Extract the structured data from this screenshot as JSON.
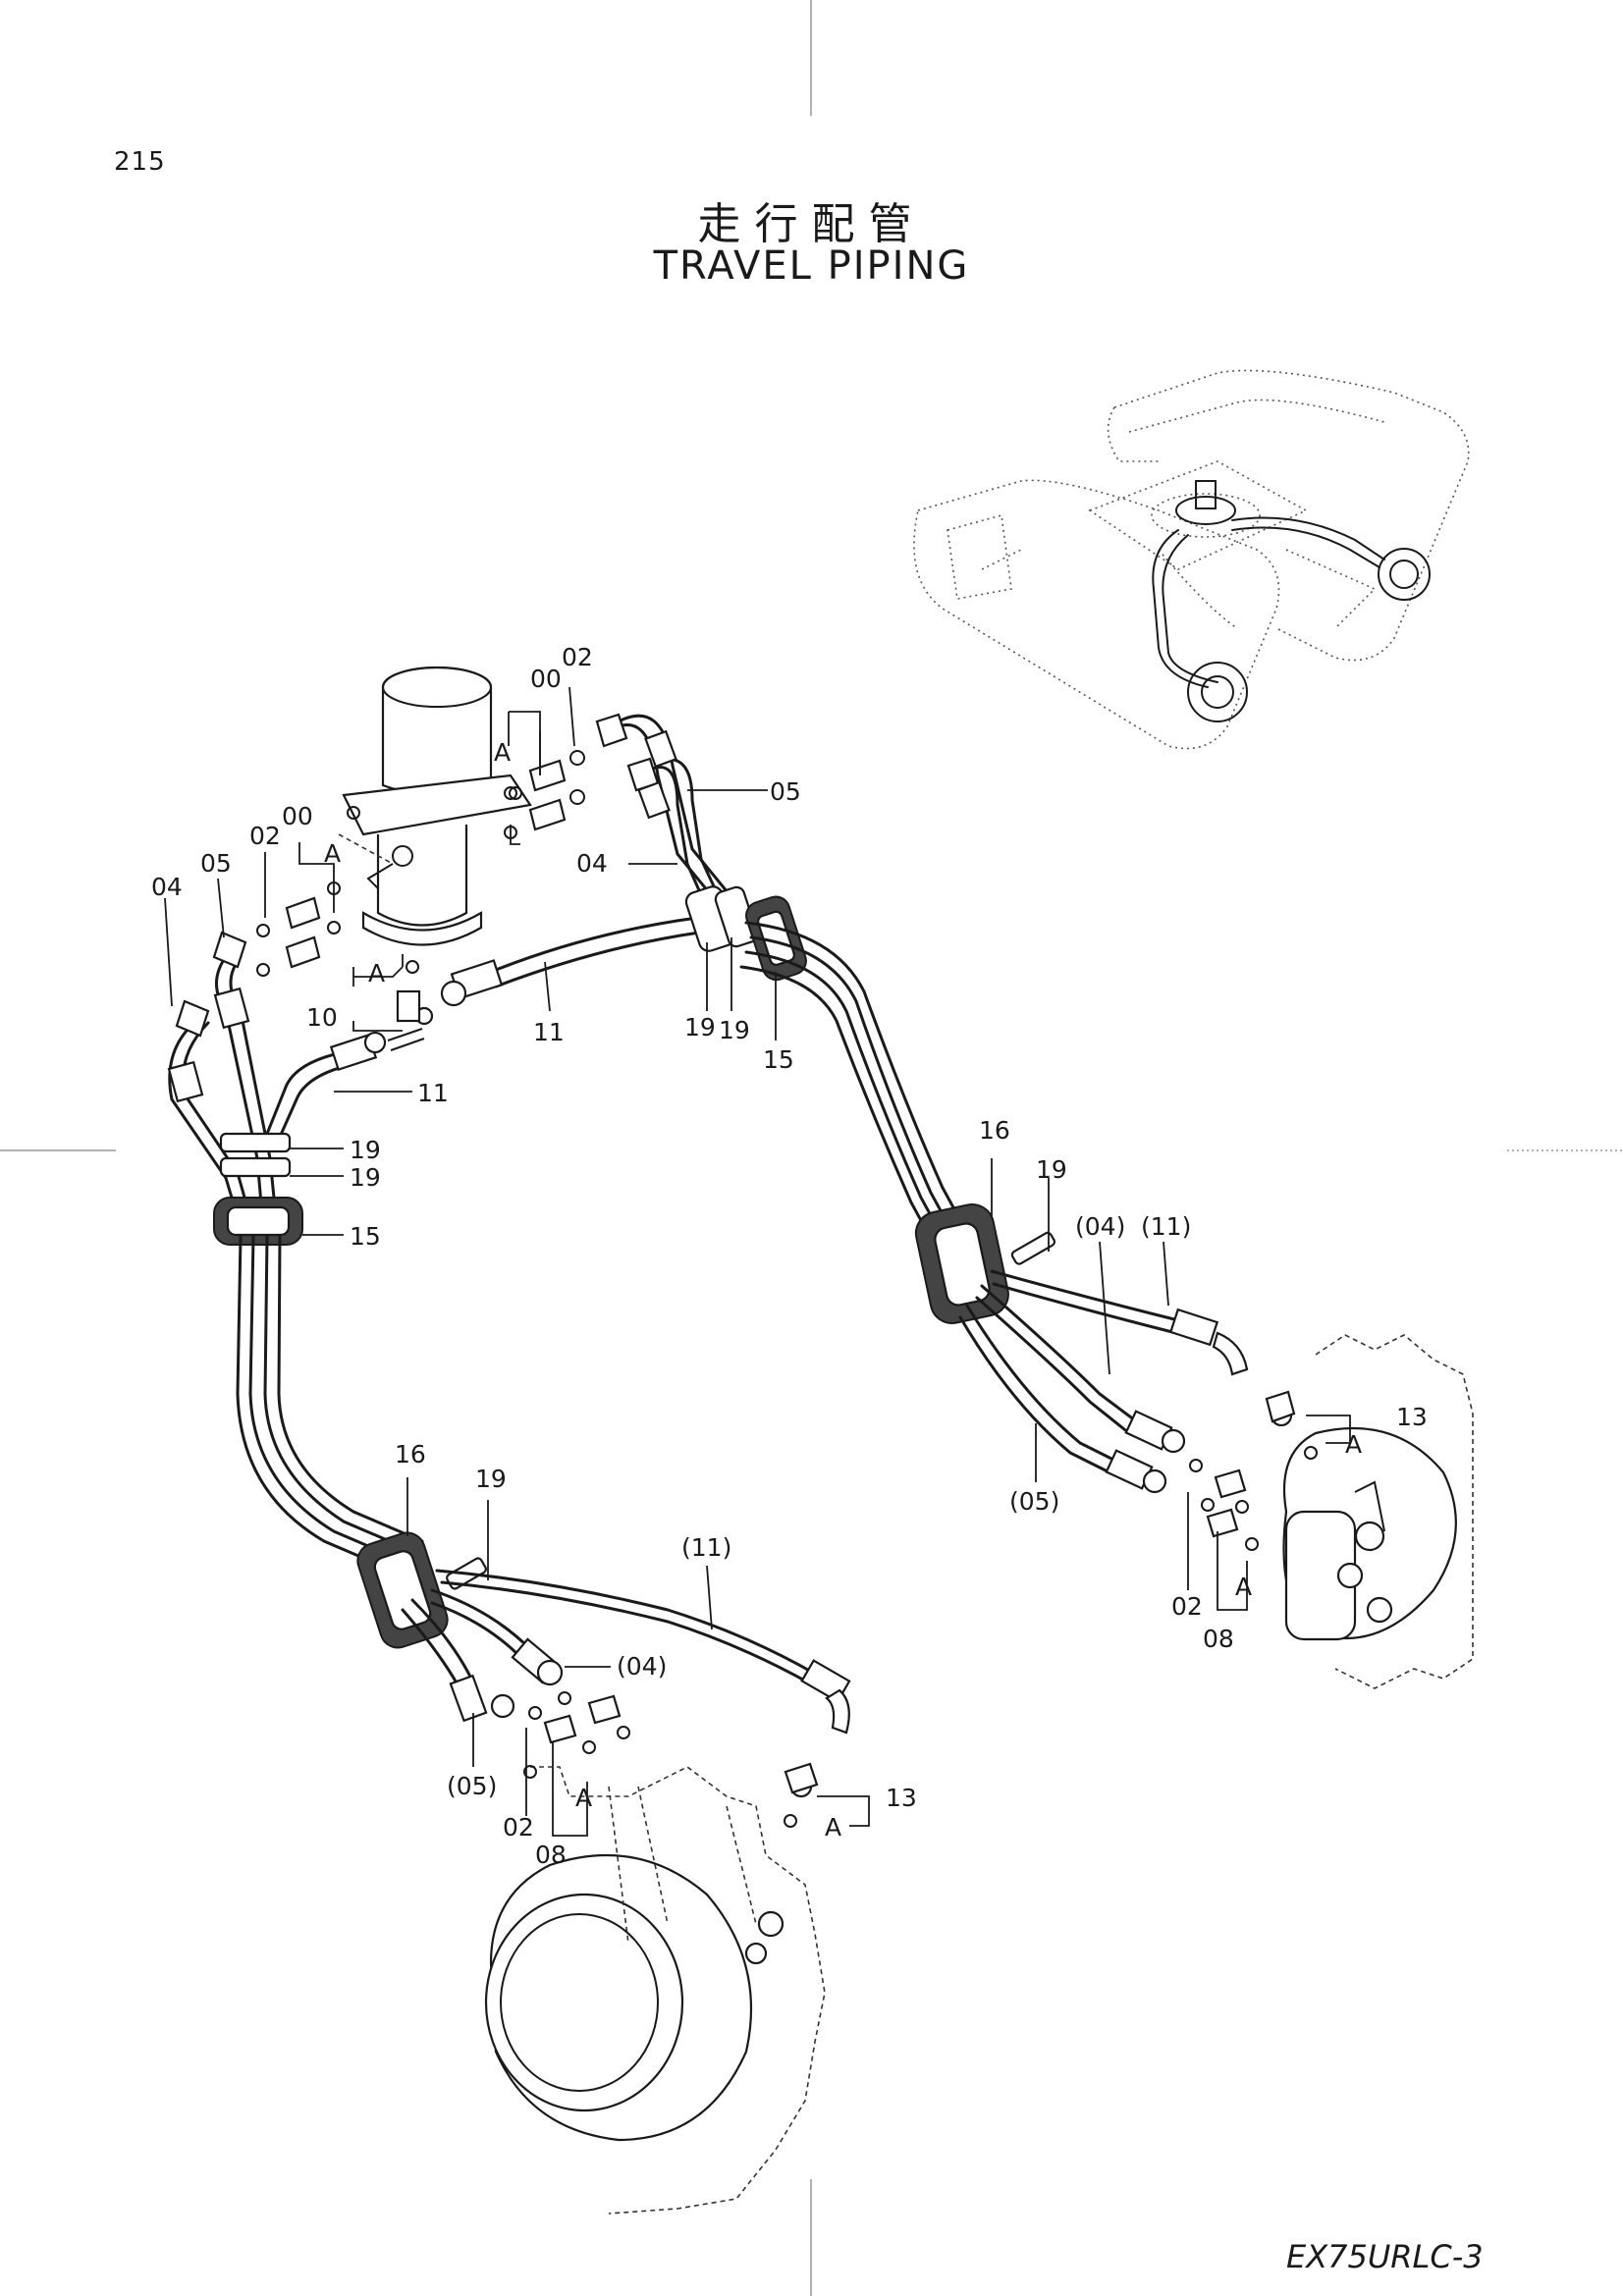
{
  "page_number": "215",
  "title_jp": "走行配管",
  "title_en": "TRAVEL PIPING",
  "model": "EX75URLC-3",
  "labels": {
    "l00a": "00",
    "l02a": "02",
    "lAa": "A",
    "l05a": "05",
    "l00b": "00",
    "l02b": "02",
    "lAb": "A",
    "l05b": "05",
    "l04a": "04",
    "l04b": "04",
    "lA_c": "A",
    "l10": "10",
    "l11a": "11",
    "l11b": "11",
    "l19a": "19",
    "l19b": "19",
    "l19c": "19",
    "l19d": "19",
    "l15a": "15",
    "l15b": "15",
    "l16a": "16",
    "l19e": "19",
    "l04p": "(04)",
    "l11p": "(11)",
    "l13a": "13",
    "lA_d": "A",
    "l05p": "(05)",
    "l02c": "02",
    "lA_e": "A",
    "l08a": "08",
    "l16b": "16",
    "l19f": "19",
    "l11p2": "(11)",
    "l04p2": "(04)",
    "l05p2": "(05)",
    "l02d": "02",
    "lA_f": "A",
    "l08b": "08",
    "l13b": "13",
    "lA_g": "A"
  }
}
